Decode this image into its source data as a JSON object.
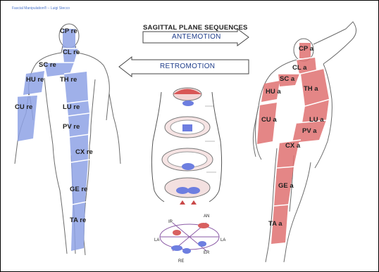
{
  "header_note": "Fascial Manipulation® – Luigi Stecco",
  "title": "SAGITTAL PLANE SEQUENCES",
  "antemotion_label": "ANTEMOTION",
  "retromotion_label": "RETROMOTION",
  "colors": {
    "retro_band": "#8fa3e6",
    "ante_band": "#e07272",
    "arrow_text": "#1f3d8a",
    "body_outline": "#6b6b6b"
  },
  "retro_labels": [
    "CP re",
    "CL re",
    "SC re",
    "HU re",
    "TH re",
    "CU re",
    "LU re",
    "PV re",
    "CX re",
    "GE re",
    "TA re"
  ],
  "ante_labels": [
    "CP a",
    "CL a",
    "SC a",
    "HU a",
    "TH a",
    "CU a",
    "LU a",
    "PV a",
    "CX a",
    "GE a",
    "TA a"
  ],
  "diagram_labels": [
    "IR",
    "AN",
    "LA",
    "LA",
    "ER",
    "RE"
  ]
}
